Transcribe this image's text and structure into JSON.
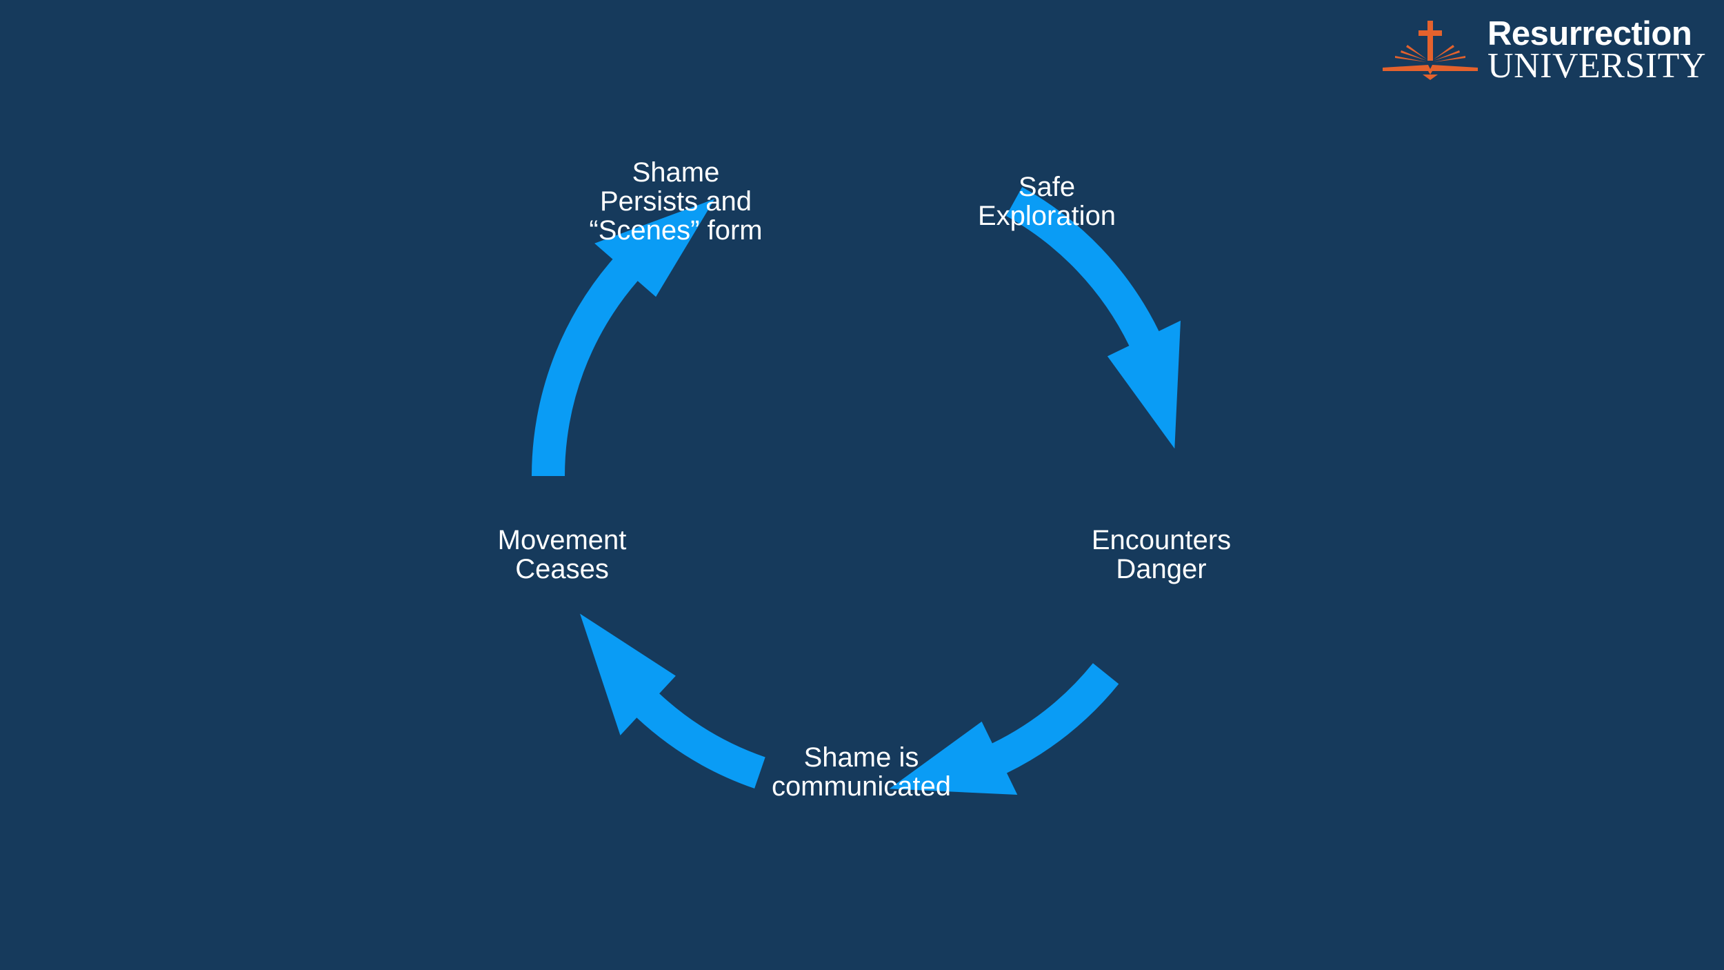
{
  "slide": {
    "background_color": "#163a5c",
    "arrow_color": "#0a9cf5"
  },
  "logo": {
    "name": "Resurrection",
    "sub": "UNIVERSITY",
    "mark_icon": "cross-open-book-icon",
    "mark_color": "#e4622d"
  },
  "cycle": {
    "nodes": [
      {
        "id": "safe-exploration",
        "lines": [
          "Safe",
          "Exploration"
        ]
      },
      {
        "id": "encounters-danger",
        "lines": [
          "Encounters",
          "Danger"
        ]
      },
      {
        "id": "shame-is-communicated",
        "lines": [
          "Shame is",
          "communicated"
        ]
      },
      {
        "id": "movement-ceases",
        "lines": [
          "Movement",
          "Ceases"
        ]
      },
      {
        "id": "shame-persists",
        "lines": [
          "Shame",
          "Persists and",
          "“Scenes” form"
        ]
      }
    ]
  }
}
